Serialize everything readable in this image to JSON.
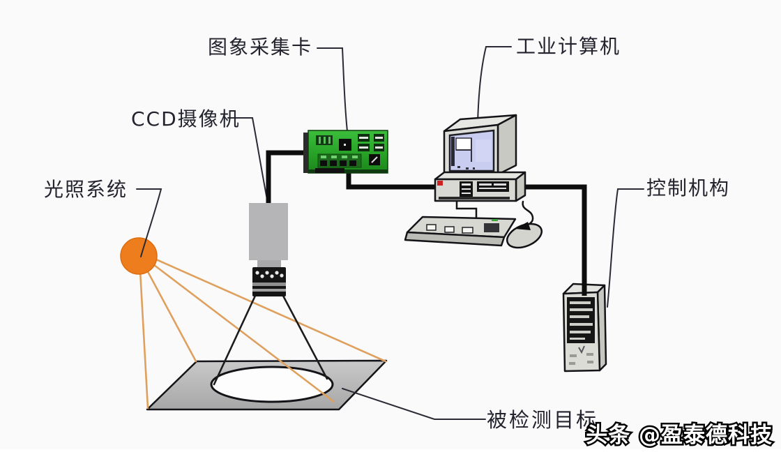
{
  "labels": {
    "capture_card": "图象采集卡",
    "industrial_computer": "工业计算机",
    "ccd_camera": "CCD摄像机",
    "lighting_system": "光照系统",
    "control_mechanism": "控制机构",
    "detected_target": "被检测目标"
  },
  "watermark": "头条 @盈泰德科技",
  "colors": {
    "background": "#fafafb",
    "pcb_green": "#2aa52a",
    "light_orange": "#ee7e1d",
    "ray_tan": "#dfa05e",
    "platform_gray": "#b9b9b9",
    "screen_lavender": "#c9cdf0"
  }
}
